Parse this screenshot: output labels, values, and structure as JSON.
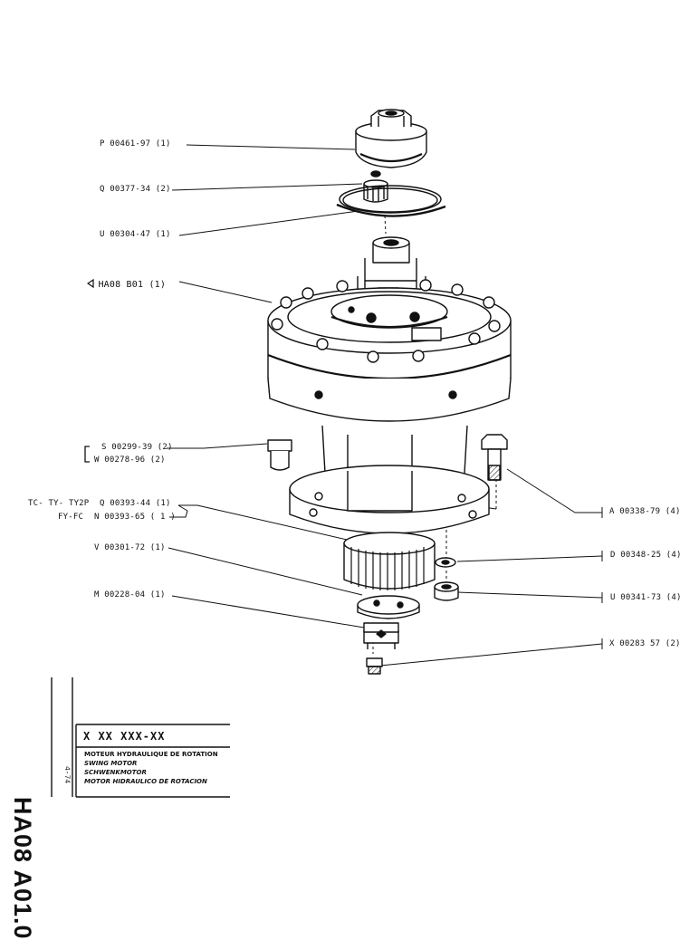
{
  "callouts": {
    "pinion_cap": "P 00461-97  (1)",
    "valve": "Q 00377-34  (2)",
    "o_ring": "U 00304-47  (1)",
    "motor_assembly": "HA08  B01  (1)",
    "stud_s": "S 00299-39  (2)",
    "stud_w": "W 00278-96  (2)",
    "gear_q_prefix": "TC- TY- TY2P",
    "gear_q": "Q 00393-44  (1)",
    "gear_n_prefix": "FY-FC",
    "gear_n": "N 00393-65 ( 1 )",
    "washer_v": "V 00301-72  (1)",
    "plate_m": "M 00228-04  (1)",
    "bolt_a": "A 00338-79  (4)",
    "washer_d": "D 00348-25  (4)",
    "nut_u": "U 00341-73  (4)",
    "screw_x": "X 00283 57  (2)"
  },
  "title_block": {
    "drawing_code": "HA08  A01.0",
    "date": "4-74",
    "part_number": "X XX  XXX-XX",
    "descriptions": [
      "MOTEUR HYDRAULIQUE DE ROTATION",
      "SWING MOTOR",
      "SCHWENKMOTOR",
      "MOTOR HIDRAULICO DE ROTACION"
    ]
  },
  "icons": [
    "assembly-triangle-icon"
  ],
  "colors": {
    "ink": "#111111",
    "paper": "#ffffff",
    "shade": "#c8c8c8"
  }
}
